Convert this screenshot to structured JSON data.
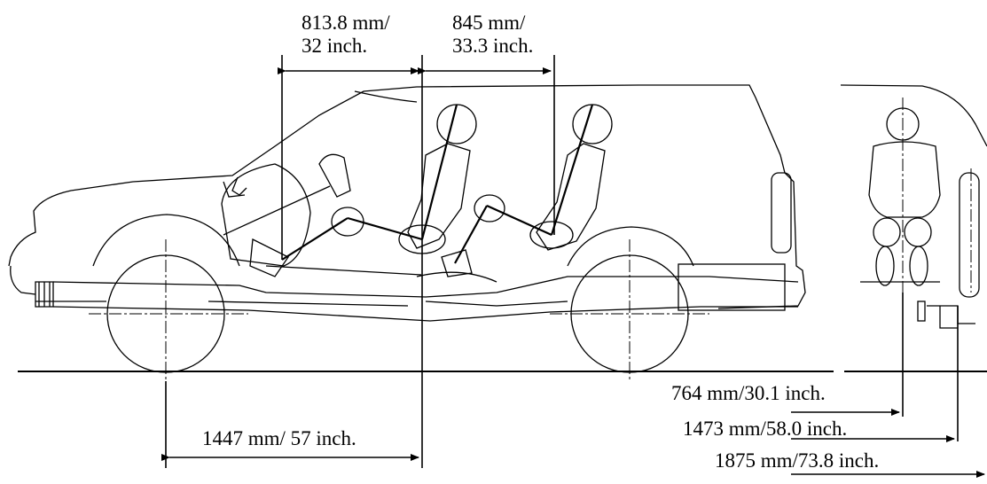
{
  "labels": {
    "front_seat_offset_line1": "813.8 mm/",
    "front_seat_offset_line2": "32 inch.",
    "rear_seat_offset_line1": "845 mm/",
    "rear_seat_offset_line2": "33.3 inch.",
    "wheelbase_to_seat": "1447 mm/ 57 inch.",
    "seat_centerline_width": "764 mm/30.1 inch.",
    "track_width": "1473 mm/58.0 inch.",
    "overall_width": "1875 mm/73.8 inch."
  }
}
